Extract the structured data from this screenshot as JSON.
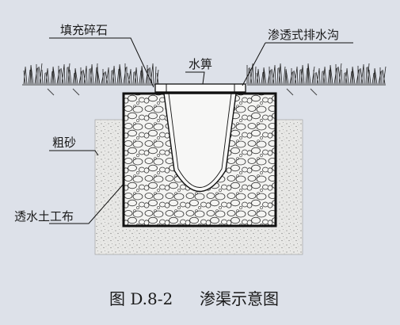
{
  "labels": {
    "gravel_fill": "填充碎石",
    "grate": "水箅",
    "infiltration_ditch": "渗透式排水沟",
    "coarse_sand": "粗砂",
    "geotextile": "透水土工布"
  },
  "caption": {
    "figure_no": "图 D.8-2",
    "title": "渗渠示意图"
  },
  "colors": {
    "background": "#dde1e9",
    "ink": "#1a1a1a",
    "sand": "#e8e8e6"
  }
}
